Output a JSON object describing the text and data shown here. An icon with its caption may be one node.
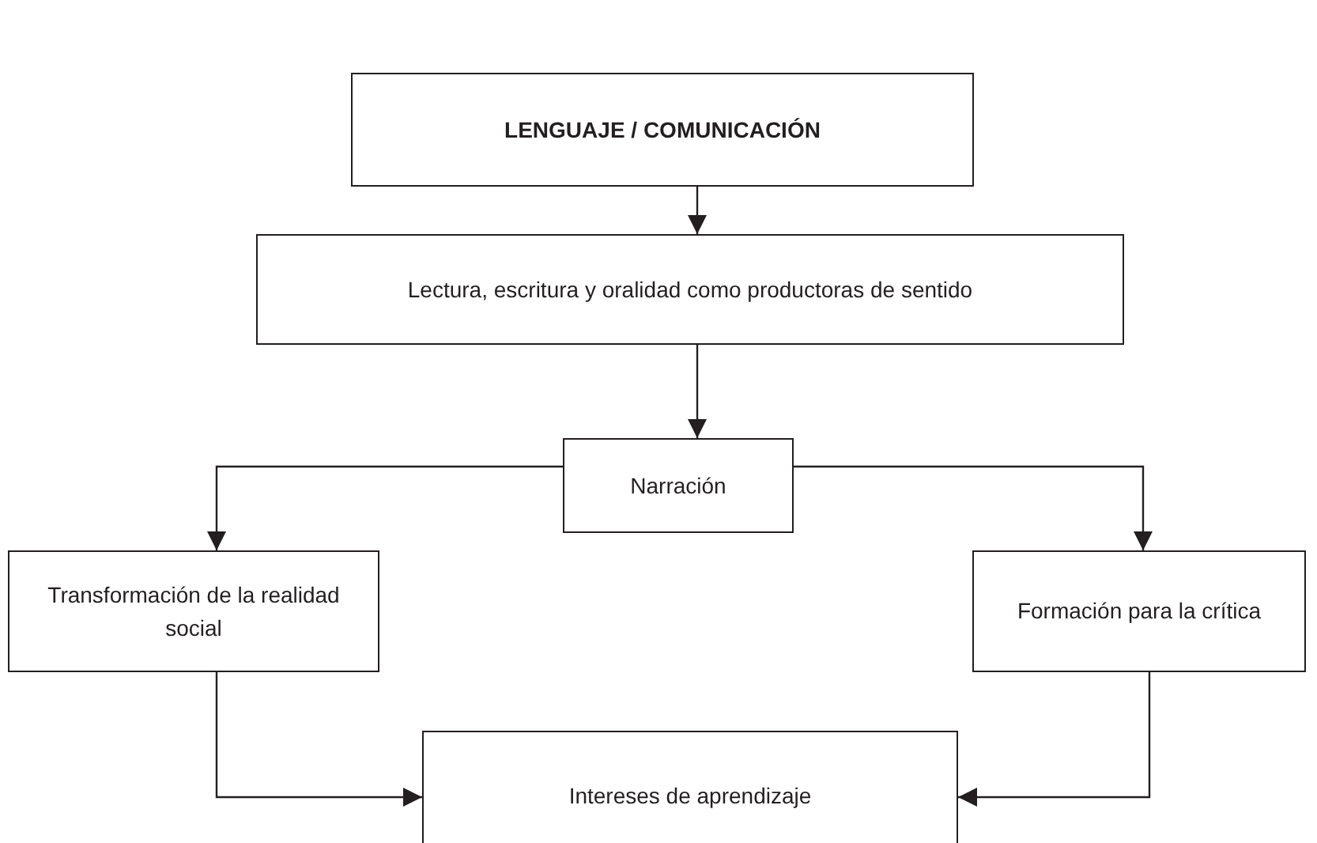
{
  "diagram": {
    "nodes": [
      {
        "text": [
          "LENGUAJE / COMUNICACIÓN"
        ]
      },
      {
        "text": [
          "Lectura, escritura y oralidad como productoras de sentido"
        ]
      },
      {
        "text": [
          "Narración"
        ]
      },
      {
        "text": [
          "Transformación de la realidad social"
        ]
      },
      {
        "text": [
          "Formación para la crítica"
        ]
      },
      {
        "text": [
          "Intereses de aprendizaje"
        ]
      }
    ],
    "edges": [
      {
        "from": 0,
        "to": 1,
        "arrow": "to"
      },
      {
        "from": 1,
        "to": 2,
        "arrow": "to"
      },
      {
        "from": 2,
        "to": 3,
        "arrow": "to"
      },
      {
        "from": 2,
        "to": 4,
        "arrow": "to"
      },
      {
        "from": 3,
        "to": 5,
        "arrow": "to"
      },
      {
        "from": 4,
        "to": 5,
        "arrow": "to"
      }
    ]
  }
}
